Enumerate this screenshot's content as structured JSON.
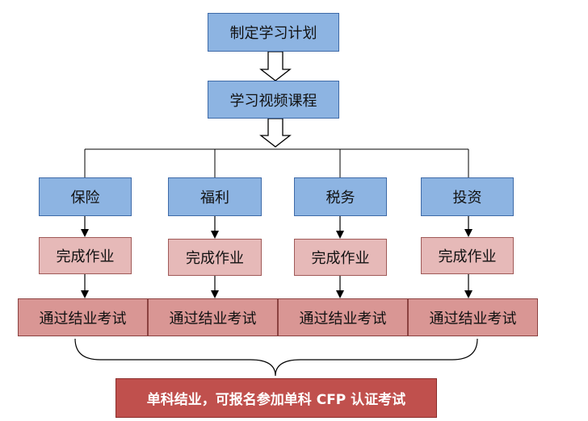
{
  "steps": {
    "plan": "制定学习计划",
    "video": "学习视频课程"
  },
  "subjects": [
    {
      "name": "保险",
      "homework": "完成作业",
      "exam": "通过结业考试"
    },
    {
      "name": "福利",
      "homework": "完成作业",
      "exam": "通过结业考试"
    },
    {
      "name": "税务",
      "homework": "完成作业",
      "exam": "通过结业考试"
    },
    {
      "name": "投资",
      "homework": "完成作业",
      "exam": "通过结业考试"
    }
  ],
  "final": "单科结业，可报名参加单科 CFP 认证考试",
  "colors": {
    "step_fill": "#8db4e2",
    "homework_fill": "#e6b9b8",
    "exam_fill": "#d99694",
    "final_fill": "#c0504d"
  }
}
